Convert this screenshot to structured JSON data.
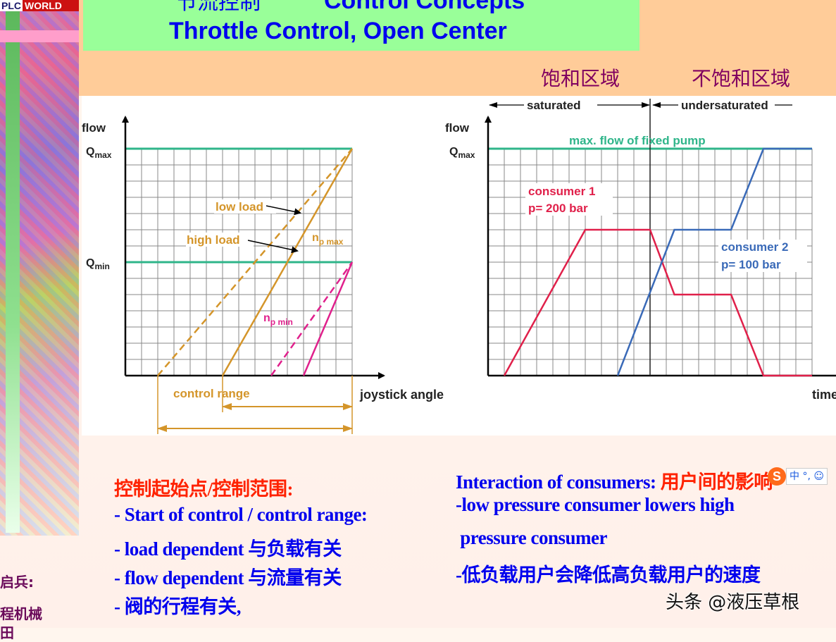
{
  "logo": {
    "part1": "PLC",
    "part2": "WORLD"
  },
  "header": {
    "title_cn": "节流控制",
    "title_en": "Control Concepts",
    "subtitle": "Throttle Control, Open Center",
    "region_saturated": "饱和区域",
    "region_undersaturated": "不饱和区域"
  },
  "sidebar_text": [
    "启兵:",
    "程机械",
    "田"
  ],
  "colors": {
    "title_blue": "#0000ee",
    "orange": "#d4952a",
    "magenta": "#e0208c",
    "green_line": "#2fb58a",
    "consumer1": "#e0204a",
    "consumer2": "#3a6ab8",
    "peach": "#ffcc99",
    "title_bg": "#99ff99"
  },
  "chart_data": [
    {
      "type": "line",
      "xlabel": "joystick angle",
      "ylabel": "flow",
      "grid": true,
      "xlim": [
        0,
        14
      ],
      "ylim": [
        0,
        14
      ],
      "y_ticks": [
        {
          "label": "Q",
          "sub": "max",
          "value": 14
        },
        {
          "label": "Q",
          "sub": "min",
          "value": 7
        }
      ],
      "series": [
        {
          "style": "dashed",
          "color": "orange",
          "points": [
            [
              2,
              0
            ],
            [
              14,
              14
            ]
          ]
        },
        {
          "style": "solid",
          "color": "orange",
          "points": [
            [
              6,
              0
            ],
            [
              14,
              14
            ]
          ]
        },
        {
          "style": "dashed",
          "color": "magenta",
          "points": [
            [
              9,
              0
            ],
            [
              14,
              7
            ]
          ]
        },
        {
          "style": "solid",
          "color": "magenta",
          "points": [
            [
              11,
              0
            ],
            [
              14,
              7
            ]
          ]
        }
      ],
      "annotations": {
        "low_load": "low load",
        "high_load": "high load",
        "np_max": "n",
        "np_max_sub": "p max",
        "np_min": "n",
        "np_min_sub": "p min",
        "control_range": "control range"
      },
      "control_ranges": [
        [
          6,
          14
        ],
        [
          2,
          14
        ]
      ]
    },
    {
      "type": "line",
      "xlabel": "time",
      "ylabel": "flow",
      "grid": true,
      "xlim": [
        0,
        20
      ],
      "ylim": [
        0,
        14
      ],
      "y_ticks": [
        {
          "label": "Q",
          "sub": "max",
          "value": 14
        }
      ],
      "reference_line": {
        "label": "max. flow of fixed pump",
        "value": 14
      },
      "divider_x": 10,
      "regions": {
        "saturated": "saturated",
        "undersaturated": "undersaturated"
      },
      "series": [
        {
          "name": "consumer 1",
          "detail": "p= 200 bar",
          "color": "consumer1",
          "points": [
            [
              1,
              0
            ],
            [
              6,
              9
            ],
            [
              10,
              9
            ],
            [
              11.5,
              5
            ],
            [
              15,
              5
            ],
            [
              17,
              0
            ],
            [
              20,
              0
            ]
          ]
        },
        {
          "name": "consumer 2",
          "detail": "p= 100 bar",
          "color": "consumer2",
          "points": [
            [
              8,
              0
            ],
            [
              11.5,
              9
            ],
            [
              15,
              9
            ],
            [
              17,
              14
            ],
            [
              20,
              14
            ]
          ]
        }
      ]
    }
  ],
  "notes_left": {
    "heading": "控制起始点/控制范围:",
    "items": [
      "- Start of control / control range:",
      "- load dependent  与负载有关",
      "- flow dependent  与流量有关",
      "- 阀的行程有关,"
    ]
  },
  "notes_right": {
    "heading_en": "Interaction of consumers:",
    "heading_cn": "用户间的影响",
    "items": [
      "-low pressure consumer lowers high",
      " pressure consumer",
      "-低负载用户会降低高负载用户的速度"
    ]
  },
  "watermark": "头条 @液压草根",
  "ime": {
    "logo": "S",
    "status": "中 °, ☺"
  }
}
